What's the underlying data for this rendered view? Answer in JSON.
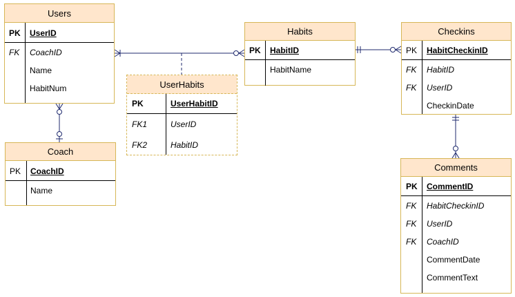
{
  "entities": {
    "users": {
      "title": "Users",
      "pk": {
        "key": "PK",
        "name": "UserID"
      },
      "fields": [
        {
          "key": "FK",
          "name": "CoachID"
        },
        {
          "key": "",
          "name": "Name"
        },
        {
          "key": "",
          "name": "HabitNum"
        }
      ]
    },
    "coach": {
      "title": "Coach",
      "pk": {
        "key": "PK",
        "name": "CoachID"
      },
      "fields": [
        {
          "key": "",
          "name": "Name"
        }
      ]
    },
    "userhabits": {
      "title": "UserHabits",
      "pk": {
        "key": "PK",
        "name": "UserHabitID"
      },
      "fields": [
        {
          "key": "FK1",
          "name": "UserID"
        },
        {
          "key": "FK2",
          "name": "HabitID"
        }
      ]
    },
    "habits": {
      "title": "Habits",
      "pk": {
        "key": "PK",
        "name": "HabitID"
      },
      "fields": [
        {
          "key": "",
          "name": "HabitName"
        }
      ]
    },
    "checkins": {
      "title": "Checkins",
      "pk": {
        "key": "PK",
        "name": "HabitCheckinID"
      },
      "fields": [
        {
          "key": "FK",
          "name": "HabitID"
        },
        {
          "key": "FK",
          "name": "UserID"
        },
        {
          "key": "",
          "name": "CheckinDate"
        }
      ]
    },
    "comments": {
      "title": "Comments",
      "pk": {
        "key": "PK",
        "name": "CommentID"
      },
      "fields": [
        {
          "key": "FK",
          "name": "HabitCheckinID"
        },
        {
          "key": "FK",
          "name": "UserID"
        },
        {
          "key": "FK",
          "name": "CoachID"
        },
        {
          "key": "",
          "name": "CommentDate"
        },
        {
          "key": "",
          "name": "CommentText"
        }
      ]
    }
  },
  "colors": {
    "header_fill": "#ffe6cc",
    "border": "#d6b656",
    "connector": "#1f2a6e"
  }
}
